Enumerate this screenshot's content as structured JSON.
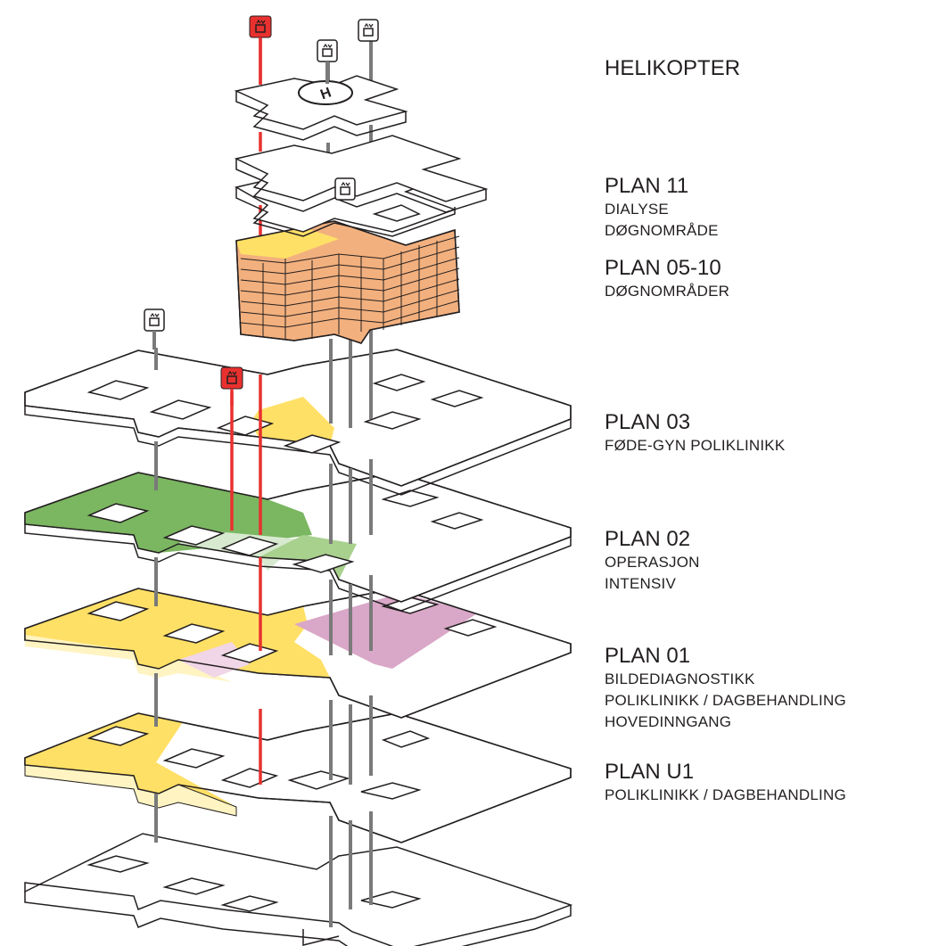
{
  "legend": {
    "helikopter": {
      "title": "HELIKOPTER"
    },
    "plan11": {
      "title": "PLAN 11",
      "lines": [
        "DIALYSE",
        "DØGNOMRÅDE"
      ]
    },
    "plan0510": {
      "title": "PLAN 05-10",
      "lines": [
        "DØGNOMRÅDER"
      ]
    },
    "plan03": {
      "title": "PLAN 03",
      "lines": [
        "FØDE-GYN POLIKLINIKK"
      ]
    },
    "plan02": {
      "title": "PLAN 02",
      "lines": [
        "OPERASJON",
        "INTENSIV"
      ]
    },
    "plan01": {
      "title": "PLAN 01",
      "lines": [
        "BILDEDIAGNOSTIKK",
        "POLIKLINIKK / DAGBEHANDLING",
        "HOVEDINNGANG"
      ]
    },
    "planU1": {
      "title": "PLAN U1",
      "lines": [
        "POLIKLINIKK / DAGBEHANDLING"
      ]
    }
  },
  "heliport": {
    "symbol": "H"
  },
  "colors": {
    "outline": "#231f20",
    "slab": "#ffffff",
    "ward_orange": "#f2b07e",
    "yellow": "#ffe066",
    "light_yellow": "#fff4c2",
    "green_dark": "#7bb661",
    "green_light": "#d7ead0",
    "green_mid": "#a9d18e",
    "pink": "#d9a7c7",
    "pink_light": "#f0d6e6",
    "elevator_red": "#e8312f",
    "shaft_gray": "#7a7a7a",
    "shaft_red": "#e8312f"
  }
}
